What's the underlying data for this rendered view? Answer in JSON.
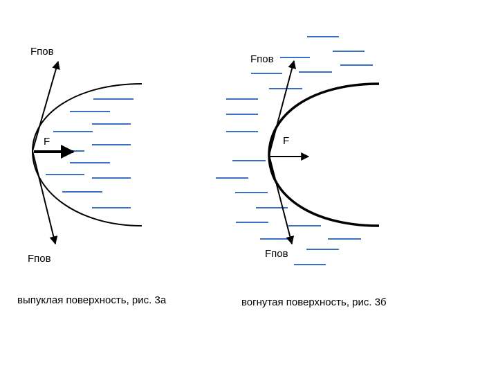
{
  "figure_a": {
    "force_top": "Fпов",
    "force_bottom": "Fпов",
    "force_center": "F",
    "caption": "выпуклая поверхность, рис. 3а"
  },
  "figure_b": {
    "force_top": "Fпов",
    "force_bottom": "Fпов",
    "force_center": "F",
    "caption": "вогнутая поверхность, рис. 3б"
  },
  "colors": {
    "liquid_dash": "#3a6fc4",
    "surface": "#000000"
  }
}
